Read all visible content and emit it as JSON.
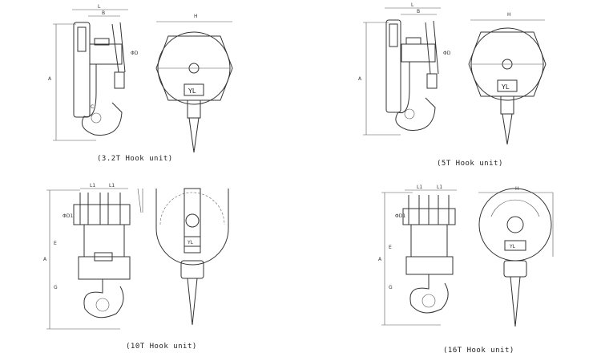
{
  "diagrams": [
    {
      "caption": "(3.2T Hook unit)",
      "side_labels": {
        "a": "A",
        "l": "L",
        "b": "B",
        "d": "ΦD",
        "c": "C",
        "h": "H"
      },
      "plate": "YL"
    },
    {
      "caption": "(5T Hook unit)",
      "side_labels": {
        "a": "A",
        "l": "L",
        "b": "B",
        "d": "ΦD",
        "h": "H"
      },
      "plate": "YL"
    },
    {
      "caption": "(10T Hook unit)",
      "side_labels": {
        "a": "A",
        "l1a": "L1",
        "l1b": "L1",
        "d1": "ΦD1",
        "e": "E",
        "g": "G"
      },
      "plate": "YL"
    },
    {
      "caption": "(16T Hook unit)",
      "side_labels": {
        "a": "A",
        "l1a": "L1",
        "l1b": "L1",
        "d1": "ΦD1",
        "e": "E",
        "g": "G",
        "h": "H"
      },
      "plate": "YL"
    }
  ]
}
